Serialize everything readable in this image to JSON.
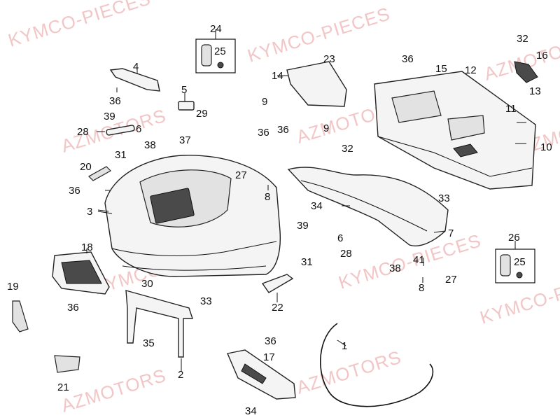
{
  "watermarks": [
    "KYMCO-PIECES",
    "KYMCO-PIECES",
    "AZMOTORS",
    "AZMOTORS",
    "KYMCO-PIECES",
    "KYMCO-PIECES",
    "AZMOTORS",
    "KYMCO-PIECES",
    "AZMOTORS",
    "AZMOTORS",
    "AZMOTORS"
  ],
  "callouts": [
    "24",
    "25",
    "4",
    "36",
    "5",
    "29",
    "37",
    "39",
    "28",
    "6",
    "31",
    "38",
    "20",
    "36",
    "3",
    "18",
    "19",
    "36",
    "30",
    "33",
    "35",
    "2",
    "21",
    "23",
    "14",
    "9",
    "36",
    "36",
    "9",
    "27",
    "8",
    "32",
    "34",
    "36",
    "15",
    "12",
    "32",
    "16",
    "13",
    "11",
    "10",
    "33",
    "39",
    "6",
    "31",
    "28",
    "7",
    "41",
    "38",
    "8",
    "27",
    "26",
    "25",
    "22",
    "36",
    "17",
    "1",
    "34"
  ]
}
